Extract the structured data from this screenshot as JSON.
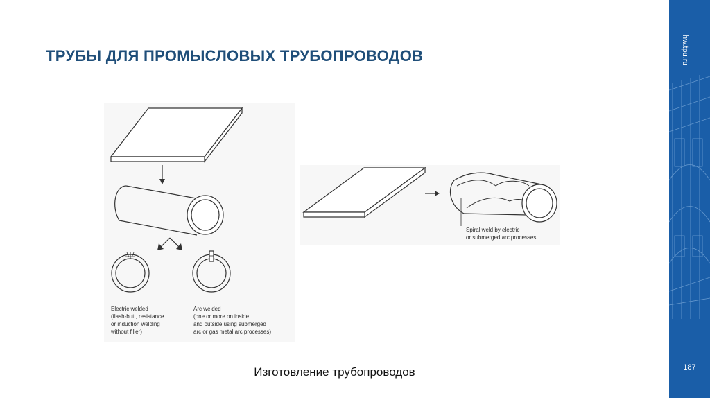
{
  "slide": {
    "title": "ТРУБЫ ДЛЯ ПРОМЫСЛОВЫХ ТРУБОПРОВОДОВ",
    "subtitle": "Изготовление трубопроводов",
    "page_number": "187",
    "site_url": "hw.tpu.ru"
  },
  "diagram": {
    "captions": {
      "electric_welded": "Electric welded\n(flash-butt, resistance\nor induction welding\nwithout filler)",
      "arc_welded": "Arc welded\n(one or more on inside\nand outside using submerged\narc or gas metal arc processes)",
      "spiral_weld": "Spiral weld by electric\nor submerged arc processes"
    }
  },
  "colors": {
    "title": "#1f4e79",
    "side_panel": "#1a5ea8",
    "line_art": "#333333"
  }
}
